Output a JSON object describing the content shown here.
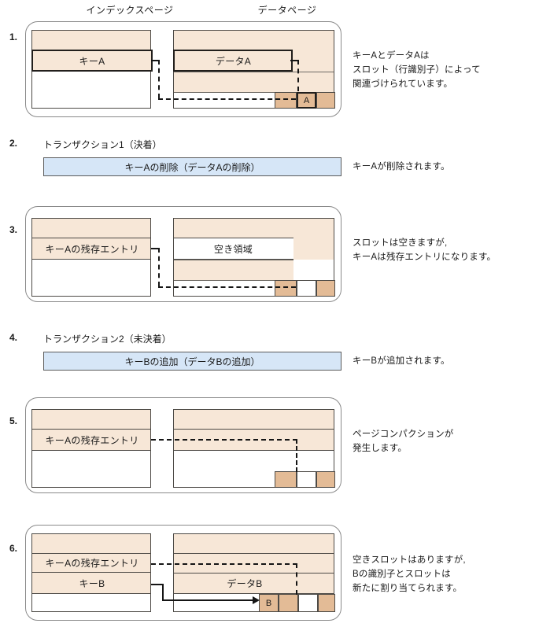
{
  "headers": {
    "index_page": "インデックスページ",
    "data_page": "データページ"
  },
  "colors": {
    "beige": "#f7e7d7",
    "tan": "#e3bb96",
    "transaction_bar": "#d6e6f7",
    "line": "#4d4a46",
    "panel_border": "#8a8a8a"
  },
  "steps": [
    {
      "number": "1.",
      "index_page": {
        "entry_label": "キーA"
      },
      "data_page": {
        "data_label": "データA",
        "slot_label": "A"
      },
      "note": "キーAとデータAは\nスロット（行識別子）によって\n関連づけられています。"
    },
    {
      "number": "2.",
      "title": "トランザクション1（決着）",
      "bar_label": "キーAの削除（データAの削除）",
      "note": "キーAが削除されます。"
    },
    {
      "number": "3.",
      "index_page": {
        "entry_label": "キーAの残存エントリ"
      },
      "data_page": {
        "data_label": "空き領域"
      },
      "note": "スロットは空きますが,\nキーAは残存エントリになります。"
    },
    {
      "number": "4.",
      "title": "トランザクション2（未決着）",
      "bar_label": "キーBの追加（データBの追加）",
      "note": "キーBが追加されます。"
    },
    {
      "number": "5.",
      "index_page": {
        "entry_label": "キーAの残存エントリ"
      },
      "data_page": {},
      "note": "ページコンパクションが\n発生します。"
    },
    {
      "number": "6.",
      "index_page": {
        "entry_label": "キーAの残存エントリ",
        "entry_label2": "キーB"
      },
      "data_page": {
        "data_label": "データB",
        "slot_label": "B"
      },
      "note": "空きスロットはありますが,\nBの識別子とスロットは\n新たに割り当てられます。"
    }
  ]
}
